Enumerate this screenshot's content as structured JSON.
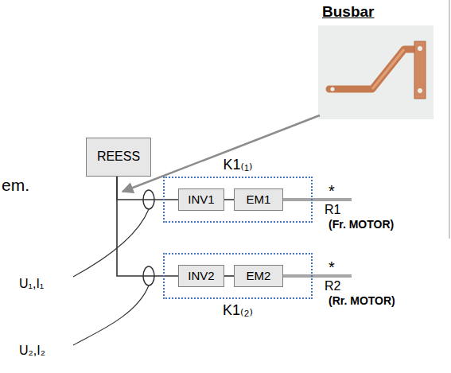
{
  "diagram": {
    "nodes": [
      {
        "text": [
          "REESS"
        ]
      },
      {
        "text": [
          "K1₍₁₎"
        ]
      },
      {
        "text": [
          "INV1"
        ],
        "in": 1
      },
      {
        "text": [
          "EM1"
        ],
        "in": 1
      },
      {
        "text": [
          "K1₍₂₎"
        ]
      },
      {
        "text": [
          "INV2"
        ],
        "in": 4
      },
      {
        "text": [
          "EM2"
        ],
        "in": 4
      }
    ],
    "edges": [
      {
        "from": 0,
        "to": 2,
        "arrow": "none"
      },
      {
        "from": 0,
        "to": 5,
        "arrow": "none"
      },
      {
        "from": 2,
        "to": 3,
        "arrow": "none"
      },
      {
        "from": 5,
        "to": 6,
        "arrow": "none"
      }
    ],
    "labels": [
      "Busbar",
      "em.",
      "U₁,I₁",
      "U₂,I₂",
      "*",
      "R1",
      "(Fr. MOTOR)",
      "*",
      "R2",
      "(Rr. MOTOR)"
    ]
  }
}
